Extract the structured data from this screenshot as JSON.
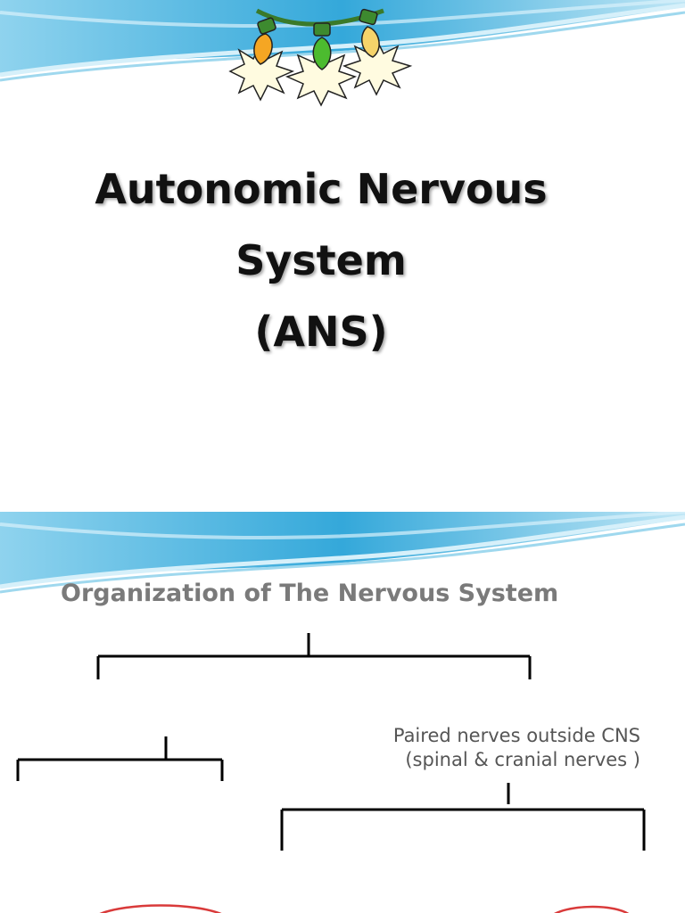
{
  "slide1": {
    "title_lines": [
      "Autonomic Nervous",
      "System",
      "(ANS)"
    ],
    "decoration": "christmas-lights-icon"
  },
  "slide2": {
    "title": "Organization of The Nervous System",
    "note_lines": [
      "Paired nerves outside CNS",
      "(spinal & cranial nerves )"
    ]
  },
  "colors": {
    "wave_dark": "#2fa3d6",
    "wave_light": "#a9dcf1",
    "bulb_orange": "#f5a623",
    "bulb_green": "#4cbb2f",
    "oval_red": "#d93a3a"
  }
}
